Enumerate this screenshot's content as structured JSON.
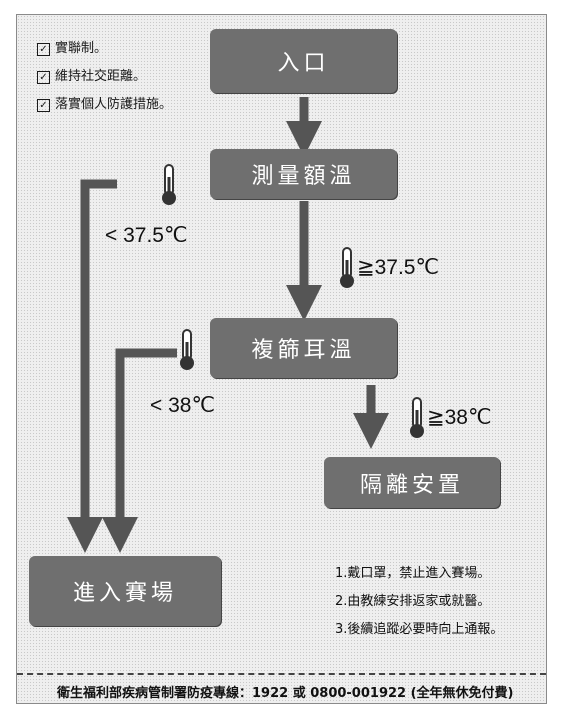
{
  "checklist": [
    "實聯制。",
    "維持社交距離。",
    "落實個人防護措施。"
  ],
  "nodes": {
    "entrance": "入口",
    "measure": "測量額溫",
    "recheck": "複篩耳溫",
    "isolate": "隔離安置",
    "enter_venue": "進入賽場"
  },
  "labels": {
    "forehead_normal": "< 37.5℃",
    "forehead_high": "≧37.5℃",
    "ear_normal": "< 38℃",
    "ear_high": "≧38℃"
  },
  "notes": [
    "1.戴口罩，禁止進入賽場。",
    "2.由教練安排返家或就醫。",
    "3.後續追蹤必要時向上通報。"
  ],
  "footer": "衛生福利部疾病管制署防疫專線：1922 或 0800-001922 (全年無休免付費)"
}
